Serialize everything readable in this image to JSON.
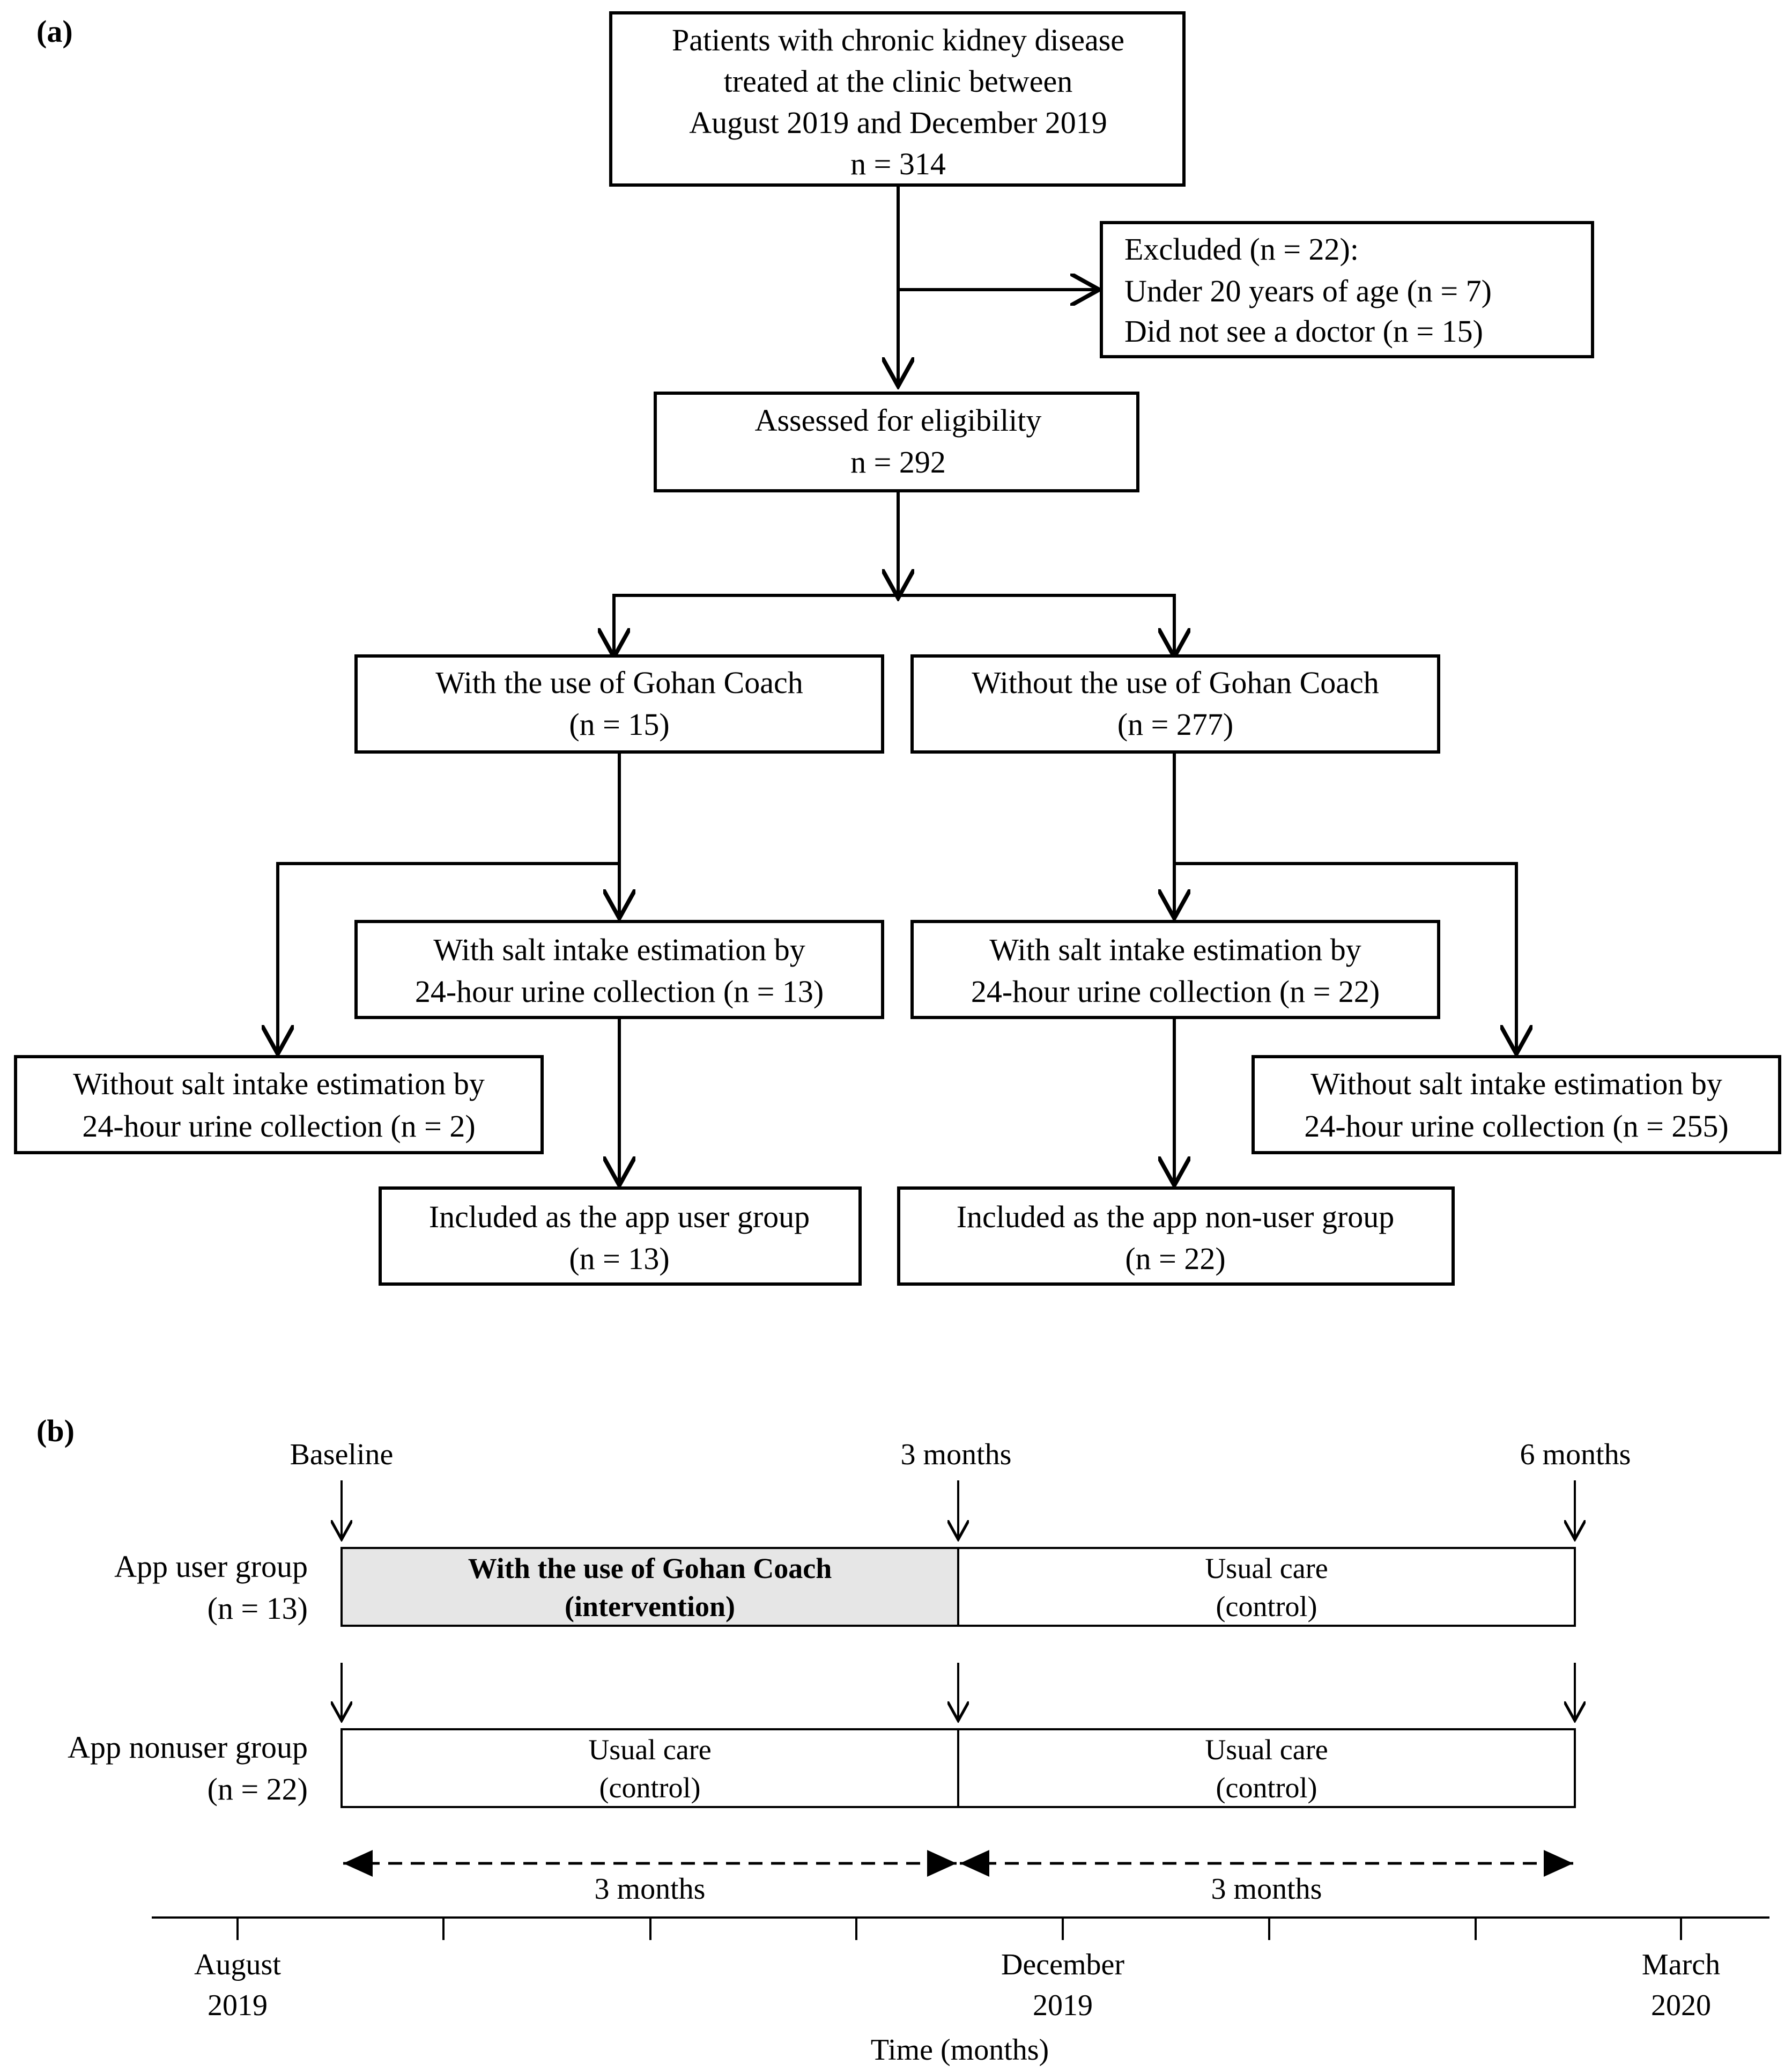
{
  "panel_a": {
    "label": "(a)",
    "top_box": [
      "Patients with chronic kidney disease",
      "treated at the clinic between",
      "August 2019 and December 2019",
      "n = 314"
    ],
    "excluded_box": [
      "Excluded (n = 22):",
      "Under 20 years of age (n = 7)",
      "Did not see a doctor (n = 15)"
    ],
    "eligibility_box": [
      "Assessed for eligibility",
      "n = 292"
    ],
    "with_app_box": [
      "With the use of Gohan Coach",
      "(n = 15)"
    ],
    "without_app_box": [
      "Without the use of Gohan Coach",
      "(n = 277)"
    ],
    "with_salt_left_box": [
      "With salt intake estimation by",
      "24-hour urine collection (n = 13)"
    ],
    "with_salt_right_box": [
      "With salt intake estimation by",
      "24-hour urine collection (n = 22)"
    ],
    "without_salt_left_box": [
      "Without salt intake estimation by",
      "24-hour urine collection (n = 2)"
    ],
    "without_salt_right_box": [
      "Without salt intake estimation by",
      "24-hour urine collection (n = 255)"
    ],
    "app_user_group_box": [
      "Included as the app user group",
      "(n = 13)"
    ],
    "app_nonuser_group_box": [
      "Included as the app non-user group",
      "(n = 22)"
    ]
  },
  "panel_b": {
    "label": "(b)",
    "milestones": [
      "Baseline",
      "3 months",
      "6 months"
    ],
    "groups": [
      {
        "name": "App user group",
        "n": "(n = 13)",
        "periods": [
          {
            "lines": [
              "With the use of Gohan Coach",
              "(intervention)"
            ],
            "highlight": true
          },
          {
            "lines": [
              "Usual care",
              "(control)"
            ],
            "highlight": false
          }
        ]
      },
      {
        "name": "App nonuser group",
        "n": "(n = 22)",
        "periods": [
          {
            "lines": [
              "Usual care",
              "(control)"
            ],
            "highlight": false
          },
          {
            "lines": [
              "Usual care",
              "(control)"
            ],
            "highlight": false
          }
        ]
      }
    ],
    "durations": [
      "3 months",
      "3 months"
    ],
    "axis": {
      "major_ticks": [
        {
          "line1": "August",
          "line2": "2019"
        },
        {
          "line1": "December",
          "line2": "2019"
        },
        {
          "line1": "March",
          "line2": "2020"
        }
      ],
      "xlabel": "Time (months)"
    },
    "colors": {
      "highlight_fill": "#e6e6e6",
      "line": "#000000"
    }
  }
}
